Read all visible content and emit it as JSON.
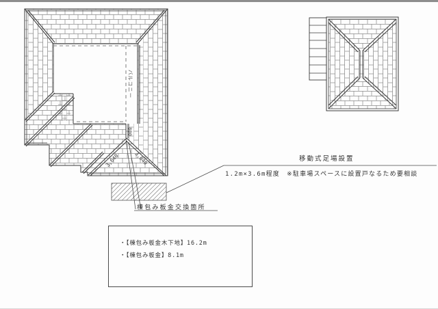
{
  "document": {
    "type": "roof-plan-scan"
  },
  "colors": {
    "line": "#3a3a3a",
    "brick_joint": "#8a8a8a",
    "paper": "#fdfdfd",
    "scan_edge": "#8d8d8d"
  },
  "main_plan": {
    "balcony_label": "バルコニー",
    "ridge_dim": "800",
    "slope_dim_left": "3,640",
    "slope_dim_right": "3,640",
    "replace_label": "棟包み板金交換箇所"
  },
  "scaffold_note": {
    "title": "移動式足場設置",
    "detail": "1.2m×3.6m程度　※駐車場スペースに設置戸なるため要相談"
  },
  "summary_box": {
    "items": [
      {
        "text": "・【棟包み板金木下地】16.2m"
      },
      {
        "text": "・【棟包み板金】8.1m"
      }
    ]
  }
}
